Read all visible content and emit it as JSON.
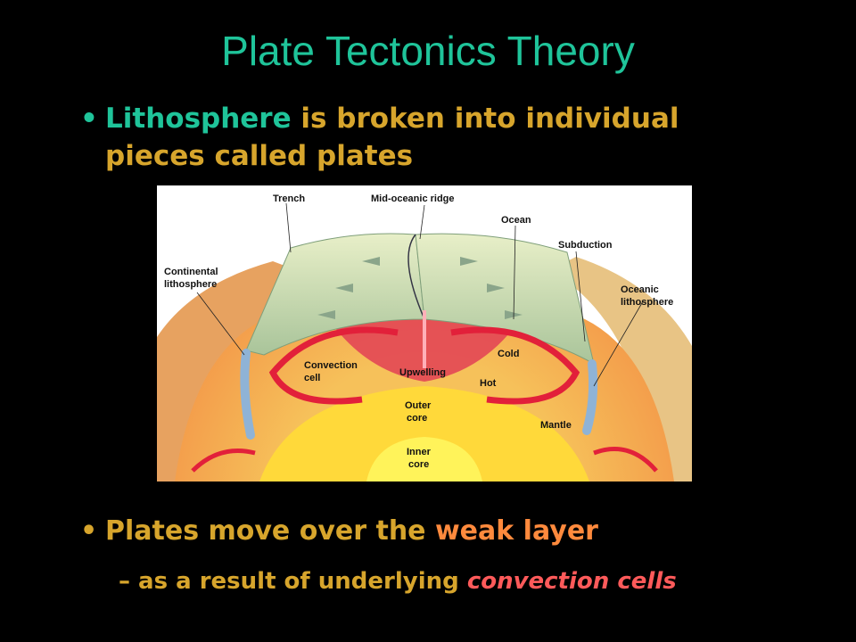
{
  "slide": {
    "title": "Plate Tectonics Theory",
    "bullet1": {
      "highlight": "Lithosphere",
      "text": " is broken into individual pieces called plates"
    },
    "bullet2": {
      "text": "Plates move over the ",
      "highlight": "weak layer"
    },
    "sub_bullet": {
      "dash": "–",
      "text": " as a result of underlying ",
      "highlight": "convection cells"
    }
  },
  "diagram": {
    "labels": {
      "trench": "Trench",
      "ridge": "Mid-oceanic ridge",
      "ocean": "Ocean",
      "subduction": "Subduction",
      "continental_1": "Continental",
      "continental_2": "lithosphere",
      "oceanic_1": "Oceanic",
      "oceanic_2": "lithosphere",
      "convection_1": "Convection",
      "convection_2": "cell",
      "upwelling": "Upwelling",
      "cold": "Cold",
      "hot": "Hot",
      "outer_1": "Outer",
      "outer_2": "core",
      "mantle": "Mantle",
      "inner_1": "Inner",
      "inner_2": "core"
    }
  },
  "colors": {
    "title": "#1fc49a",
    "text": "#d7a52c",
    "weak_layer": "#ff8a3d",
    "convection": "#ff5a5a"
  }
}
